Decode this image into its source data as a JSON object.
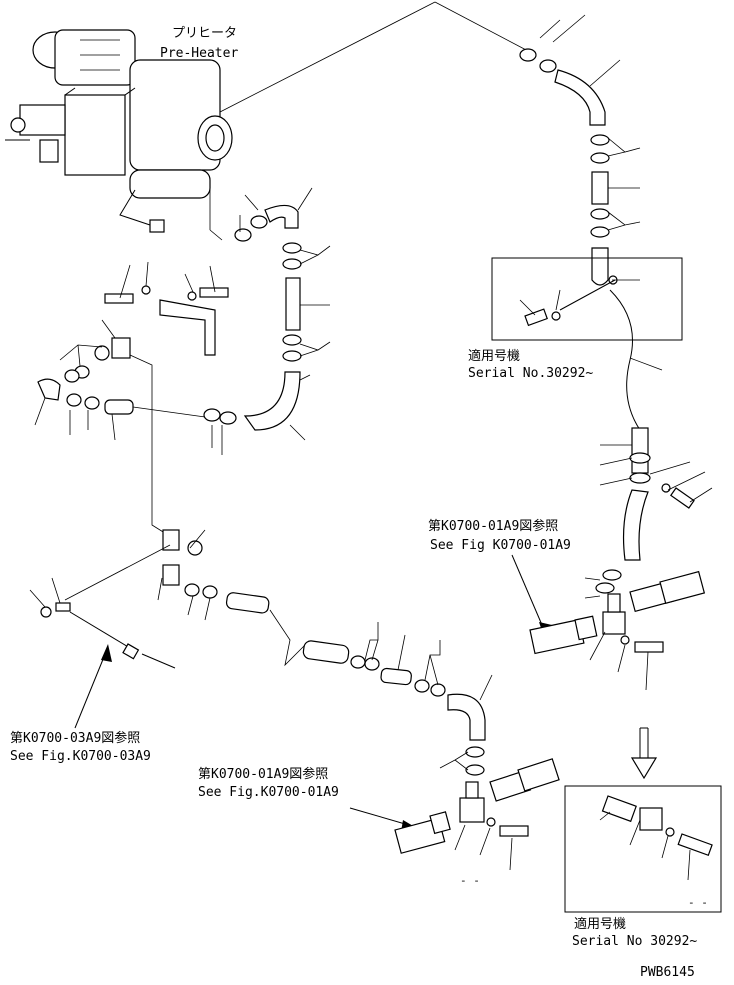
{
  "title_jp": "プリヒータ",
  "title_en": "Pre-Heater",
  "serial_box_top": {
    "jp": "適用号機",
    "en": "Serial No.30292~"
  },
  "serial_box_bottom": {
    "jp": "適用号機",
    "en": "Serial No 30292~"
  },
  "ref_a9_right": {
    "jp": "第K0700-01A9図参照",
    "en": "See Fig K0700-01A9"
  },
  "ref_03a9": {
    "jp": "第K0700-03A9図参照",
    "en": "See Fig.K0700-03A9"
  },
  "ref_a9_bottom": {
    "jp": "第K0700-01A9図参照",
    "en": "See Fig.K0700-01A9"
  },
  "drawing_code": "PWB6145"
}
